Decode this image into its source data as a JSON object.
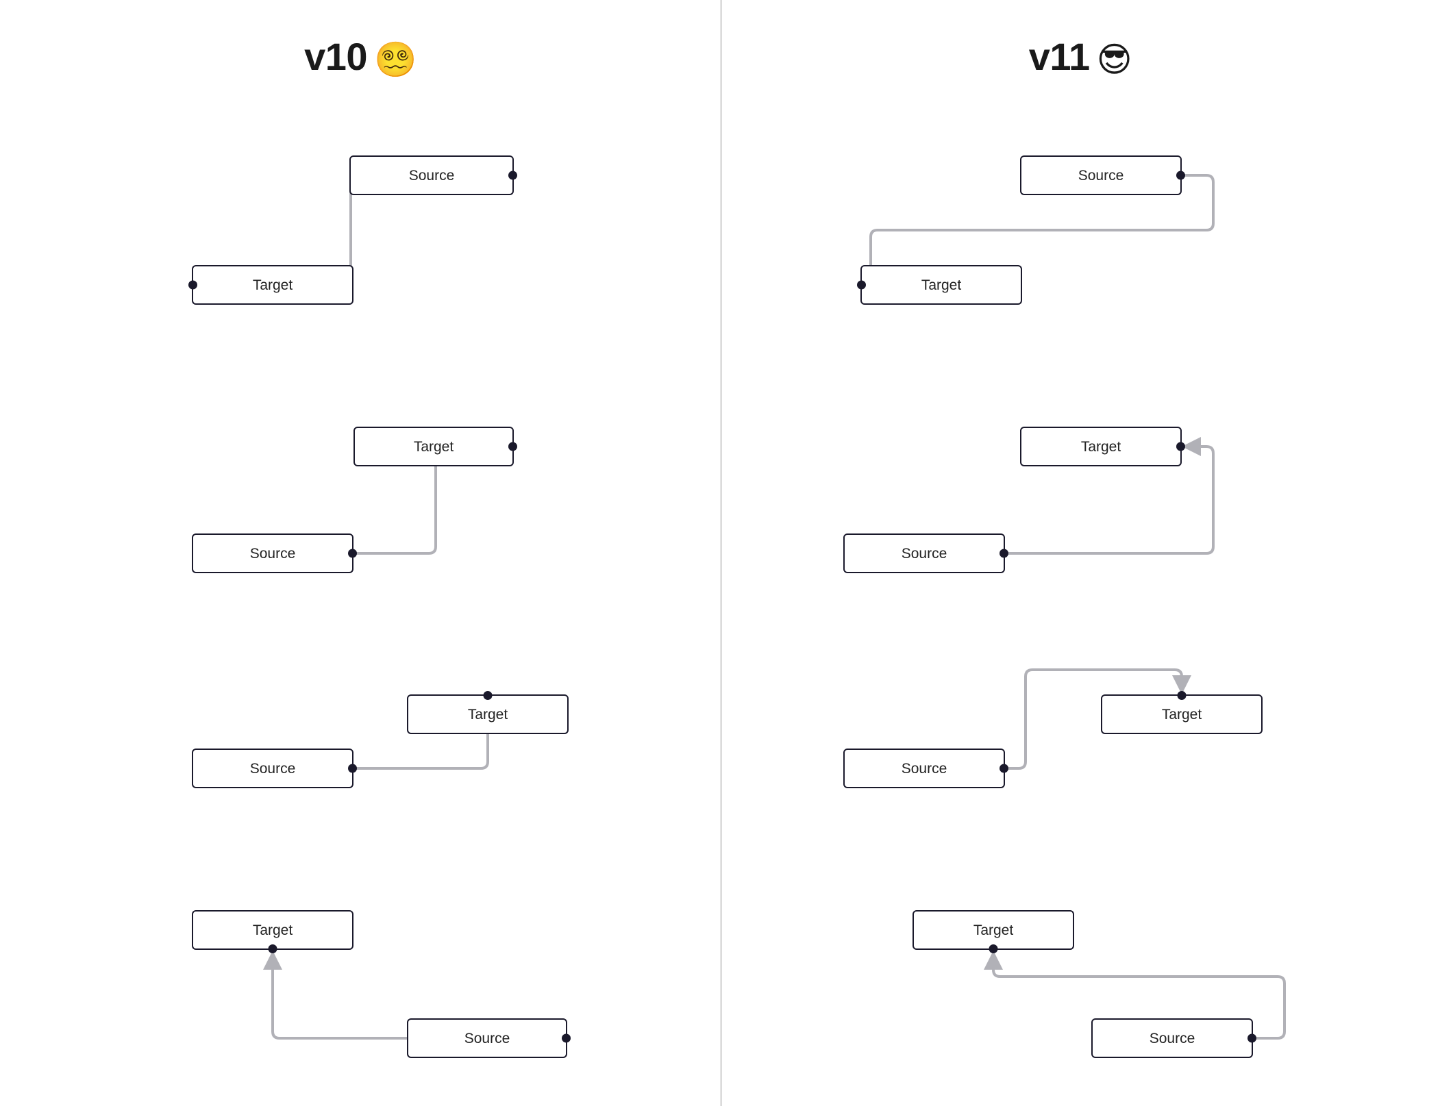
{
  "page": {
    "background": "#ffffff",
    "divider_color": "#8a8a8a",
    "node_border_color": "#1a192b",
    "node_fill_color": "#ffffff",
    "edge_color": "#b1b1b7",
    "handle_color": "#1a192b",
    "text_color": "#222222"
  },
  "panels": [
    {
      "id": "v10",
      "title": "v10",
      "emoji": "😵‍💫",
      "emoji_name": "face-with-spiral-eyes-emoji",
      "cases": [
        {
          "id": "v10-case-1",
          "source_label": "Source",
          "target_label": "Target",
          "description": "edge passes straight through the source and target nodes"
        },
        {
          "id": "v10-case-2",
          "source_label": "Source",
          "target_label": "Target",
          "description": "edge passes through the target node to reach its right handle"
        },
        {
          "id": "v10-case-3",
          "source_label": "Source",
          "target_label": "Target",
          "description": "edge passes through the target node to reach its top handle"
        },
        {
          "id": "v10-case-4",
          "source_label": "Source",
          "target_label": "Target",
          "description": "edge passes through the source node to reach the target bottom handle"
        }
      ]
    },
    {
      "id": "v11",
      "title": "v11",
      "emoji": "😎",
      "emoji_name": "smiling-face-with-sunglasses-emoji",
      "cases": [
        {
          "id": "v11-case-1",
          "source_label": "Source",
          "target_label": "Target",
          "description": "edge routes around both nodes into the target left handle"
        },
        {
          "id": "v11-case-2",
          "source_label": "Source",
          "target_label": "Target",
          "description": "edge routes around to the right and into the target right handle"
        },
        {
          "id": "v11-case-3",
          "source_label": "Source",
          "target_label": "Target",
          "description": "edge routes up and over into the target top handle"
        },
        {
          "id": "v11-case-4",
          "source_label": "Source",
          "target_label": "Target",
          "description": "edge routes right then back left into the target bottom handle"
        }
      ]
    }
  ]
}
